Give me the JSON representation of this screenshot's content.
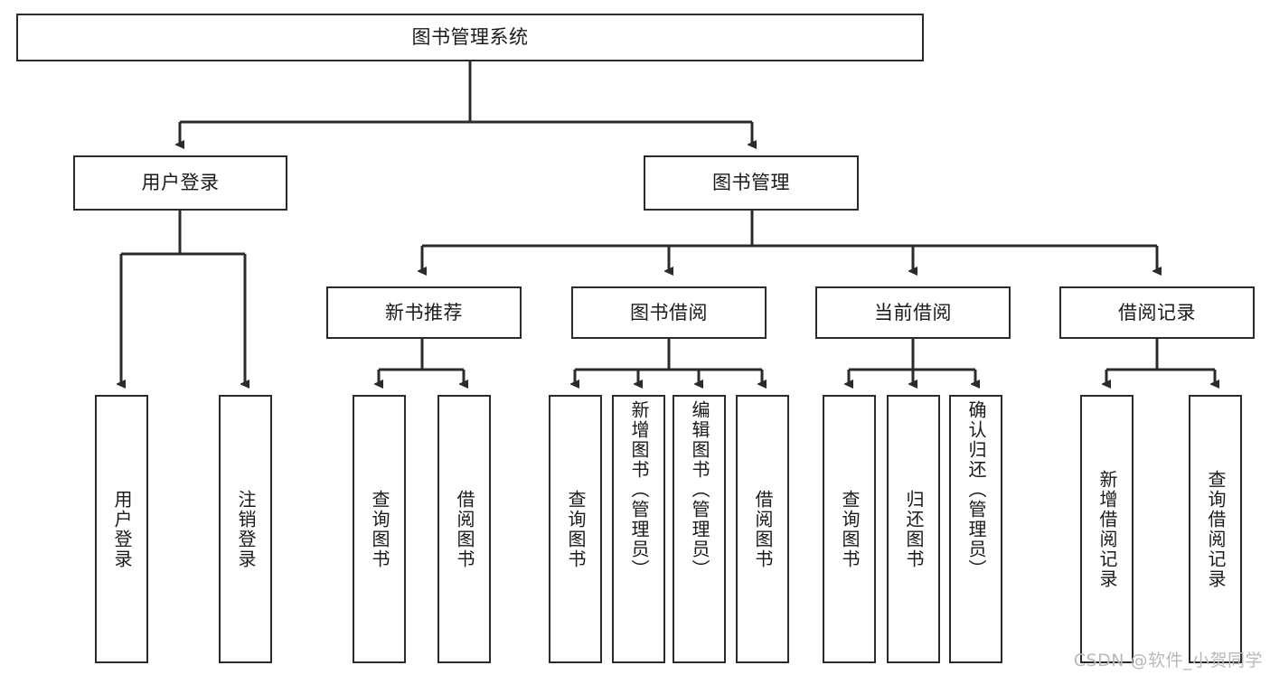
{
  "diagram": {
    "type": "tree-hierarchy",
    "title": "图书管理系统",
    "watermark": "CSDN @软件_小贺同学",
    "colors": {
      "stroke": "#2b2b2b",
      "fill": "#ffffff",
      "text": "#1a1a1a",
      "watermark": "#b9b9b9"
    },
    "nodes": {
      "root": {
        "label": "图书管理系统",
        "level": 0
      },
      "level1": [
        {
          "id": "user-login",
          "label": "用户登录"
        },
        {
          "id": "book-manage",
          "label": "图书管理"
        }
      ],
      "level2": [
        {
          "id": "new-book-rec",
          "label": "新书推荐",
          "parent": "book-manage"
        },
        {
          "id": "book-borrow",
          "label": "图书借阅",
          "parent": "book-manage"
        },
        {
          "id": "current-borrow",
          "label": "当前借阅",
          "parent": "book-manage"
        },
        {
          "id": "borrow-record",
          "label": "借阅记录",
          "parent": "book-manage"
        }
      ],
      "leaves": [
        {
          "id": "leaf-user-login",
          "label": "用户登录",
          "parent": "user-login"
        },
        {
          "id": "leaf-logout",
          "label": "注销登录",
          "parent": "user-login"
        },
        {
          "id": "leaf-query-book-1",
          "label": "查询图书",
          "parent": "new-book-rec"
        },
        {
          "id": "leaf-borrow-book-1",
          "label": "借阅图书",
          "parent": "new-book-rec"
        },
        {
          "id": "leaf-query-book-2",
          "label": "查询图书",
          "parent": "book-borrow"
        },
        {
          "id": "leaf-add-book",
          "label": "新增图书（管理员）",
          "parent": "book-borrow"
        },
        {
          "id": "leaf-edit-book",
          "label": "编辑图书（管理员）",
          "parent": "book-borrow"
        },
        {
          "id": "leaf-borrow-book-2",
          "label": "借阅图书",
          "parent": "book-borrow"
        },
        {
          "id": "leaf-query-book-3",
          "label": "查询图书",
          "parent": "current-borrow"
        },
        {
          "id": "leaf-return-book",
          "label": "归还图书",
          "parent": "current-borrow"
        },
        {
          "id": "leaf-confirm-return",
          "label": "确认归还（管理员）",
          "parent": "current-borrow"
        },
        {
          "id": "leaf-add-record",
          "label": "新增借阅记录",
          "parent": "borrow-record"
        },
        {
          "id": "leaf-query-record",
          "label": "查询借阅记录",
          "parent": "borrow-record"
        }
      ]
    }
  }
}
